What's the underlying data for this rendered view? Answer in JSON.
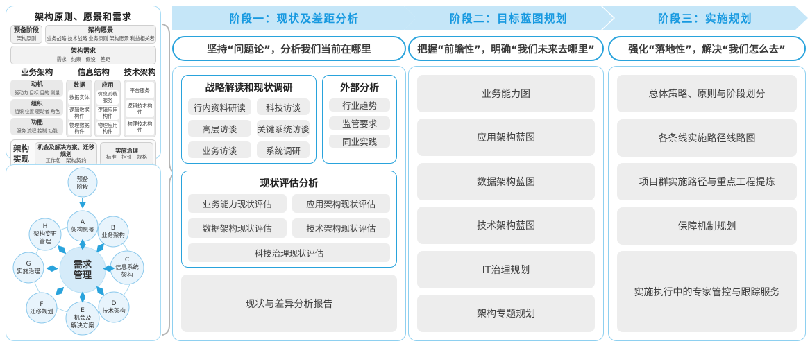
{
  "panel": {
    "title": "架构原则、愿景和需求",
    "prep_title": "预备阶段",
    "prep_sub": "架构原则",
    "vision_title": "架构愿景",
    "vision_sub": "业务战略 技术战略 业务原则 架构愿景 利益相关者",
    "req_title": "架构需求",
    "req_sub": "需求　约束　假设　差距",
    "biz_header": "业务架构",
    "info_header": "信息结构",
    "tech_header": "技术架构",
    "biz_items": [
      {
        "title": "动机",
        "sub": "驱动力 目标 目的 测量"
      },
      {
        "title": "组织",
        "sub": "组织 位置 驱动者 角色"
      },
      {
        "title": "功能",
        "sub": "服务 流程 控制 功能"
      }
    ],
    "data_col_title": "数据",
    "data_col_items": [
      "数据实体",
      "逻辑数据构件",
      "物理数据构件"
    ],
    "app_col_title": "应用",
    "app_col_items": [
      "信息系统服务",
      "逻辑应用构件",
      "物理应用构件"
    ],
    "tech_col_items": [
      "平台服务",
      "逻辑技术构件",
      "物理技术构件"
    ],
    "impl_label": "架构实现",
    "impl_box1_title": "机会及解决方案、迁移规划",
    "impl_box1_sub": "工作包　架构契约",
    "impl_box2_title": "实施治理",
    "impl_box2_sub": "标准　指引　规格"
  },
  "adm": {
    "prep_line1": "预备",
    "prep_line2": "阶段",
    "center_line1": "需求",
    "center_line2": "管理",
    "nodes": [
      {
        "letter": "A",
        "line1": "架构愿景",
        "line2": ""
      },
      {
        "letter": "B",
        "line1": "业务架构",
        "line2": ""
      },
      {
        "letter": "C",
        "line1": "信息系统",
        "line2": "架构"
      },
      {
        "letter": "D",
        "line1": "技术架构",
        "line2": ""
      },
      {
        "letter": "E",
        "line1": "机会及",
        "line2": "解决方案"
      },
      {
        "letter": "F",
        "line1": "迁移规划",
        "line2": ""
      },
      {
        "letter": "G",
        "line1": "实施治理",
        "line2": ""
      },
      {
        "letter": "H",
        "line1": "架构变更",
        "line2": "管理"
      }
    ]
  },
  "phase1": {
    "header": "阶段一：现状及差距分析",
    "subtitle": "坚持“问题论”，分析我们当前在哪里",
    "group1_title": "战略解读和现状调研",
    "group1_items": [
      "行内资料研读",
      "科技访谈",
      "高层访谈",
      "关键系统访谈",
      "业务访谈",
      "系统调研"
    ],
    "group2_title": "外部分析",
    "group2_items": [
      "行业趋势",
      "监管要求",
      "同业实践"
    ],
    "group3_title": "现状评估分析",
    "group3_items": [
      "业务能力现状评估",
      "应用架构现状评估",
      "数据架构现状评估",
      "技术架构现状评估"
    ],
    "group3_wide_item": "科技治理现状评估",
    "report": "现状与差异分析报告"
  },
  "phase2": {
    "header": "阶段二：目标蓝图规划",
    "subtitle": "把握“前瞻性”，明确“我们未来去哪里”",
    "items": [
      "业务能力图",
      "应用架构蓝图",
      "数据架构蓝图",
      "技术架构蓝图",
      "IT治理规划",
      "架构专题规划"
    ]
  },
  "phase3": {
    "header": "阶段三：实施规划",
    "subtitle": "强化“落地性”，解决“我们怎么去”",
    "items": [
      "总体策略、原则与阶段划分",
      "各条线实施路径线路图",
      "项目群实施路径与重点工程提炼",
      "保障机制规划"
    ],
    "tall_item": "实施执行中的专家管控与跟踪服务"
  },
  "colors": {
    "accent_blue": "#29a3dc",
    "band_bg": "#c5e6f8",
    "header_text": "#1799e0",
    "item_gray": "#ededed",
    "panel_border": "#a9dcf5",
    "brace_gray": "#b5b5b5",
    "circle_fill": "#e8f4fc",
    "circle_stroke": "#8cc9ec",
    "center_fill": "#d5ebf9"
  }
}
